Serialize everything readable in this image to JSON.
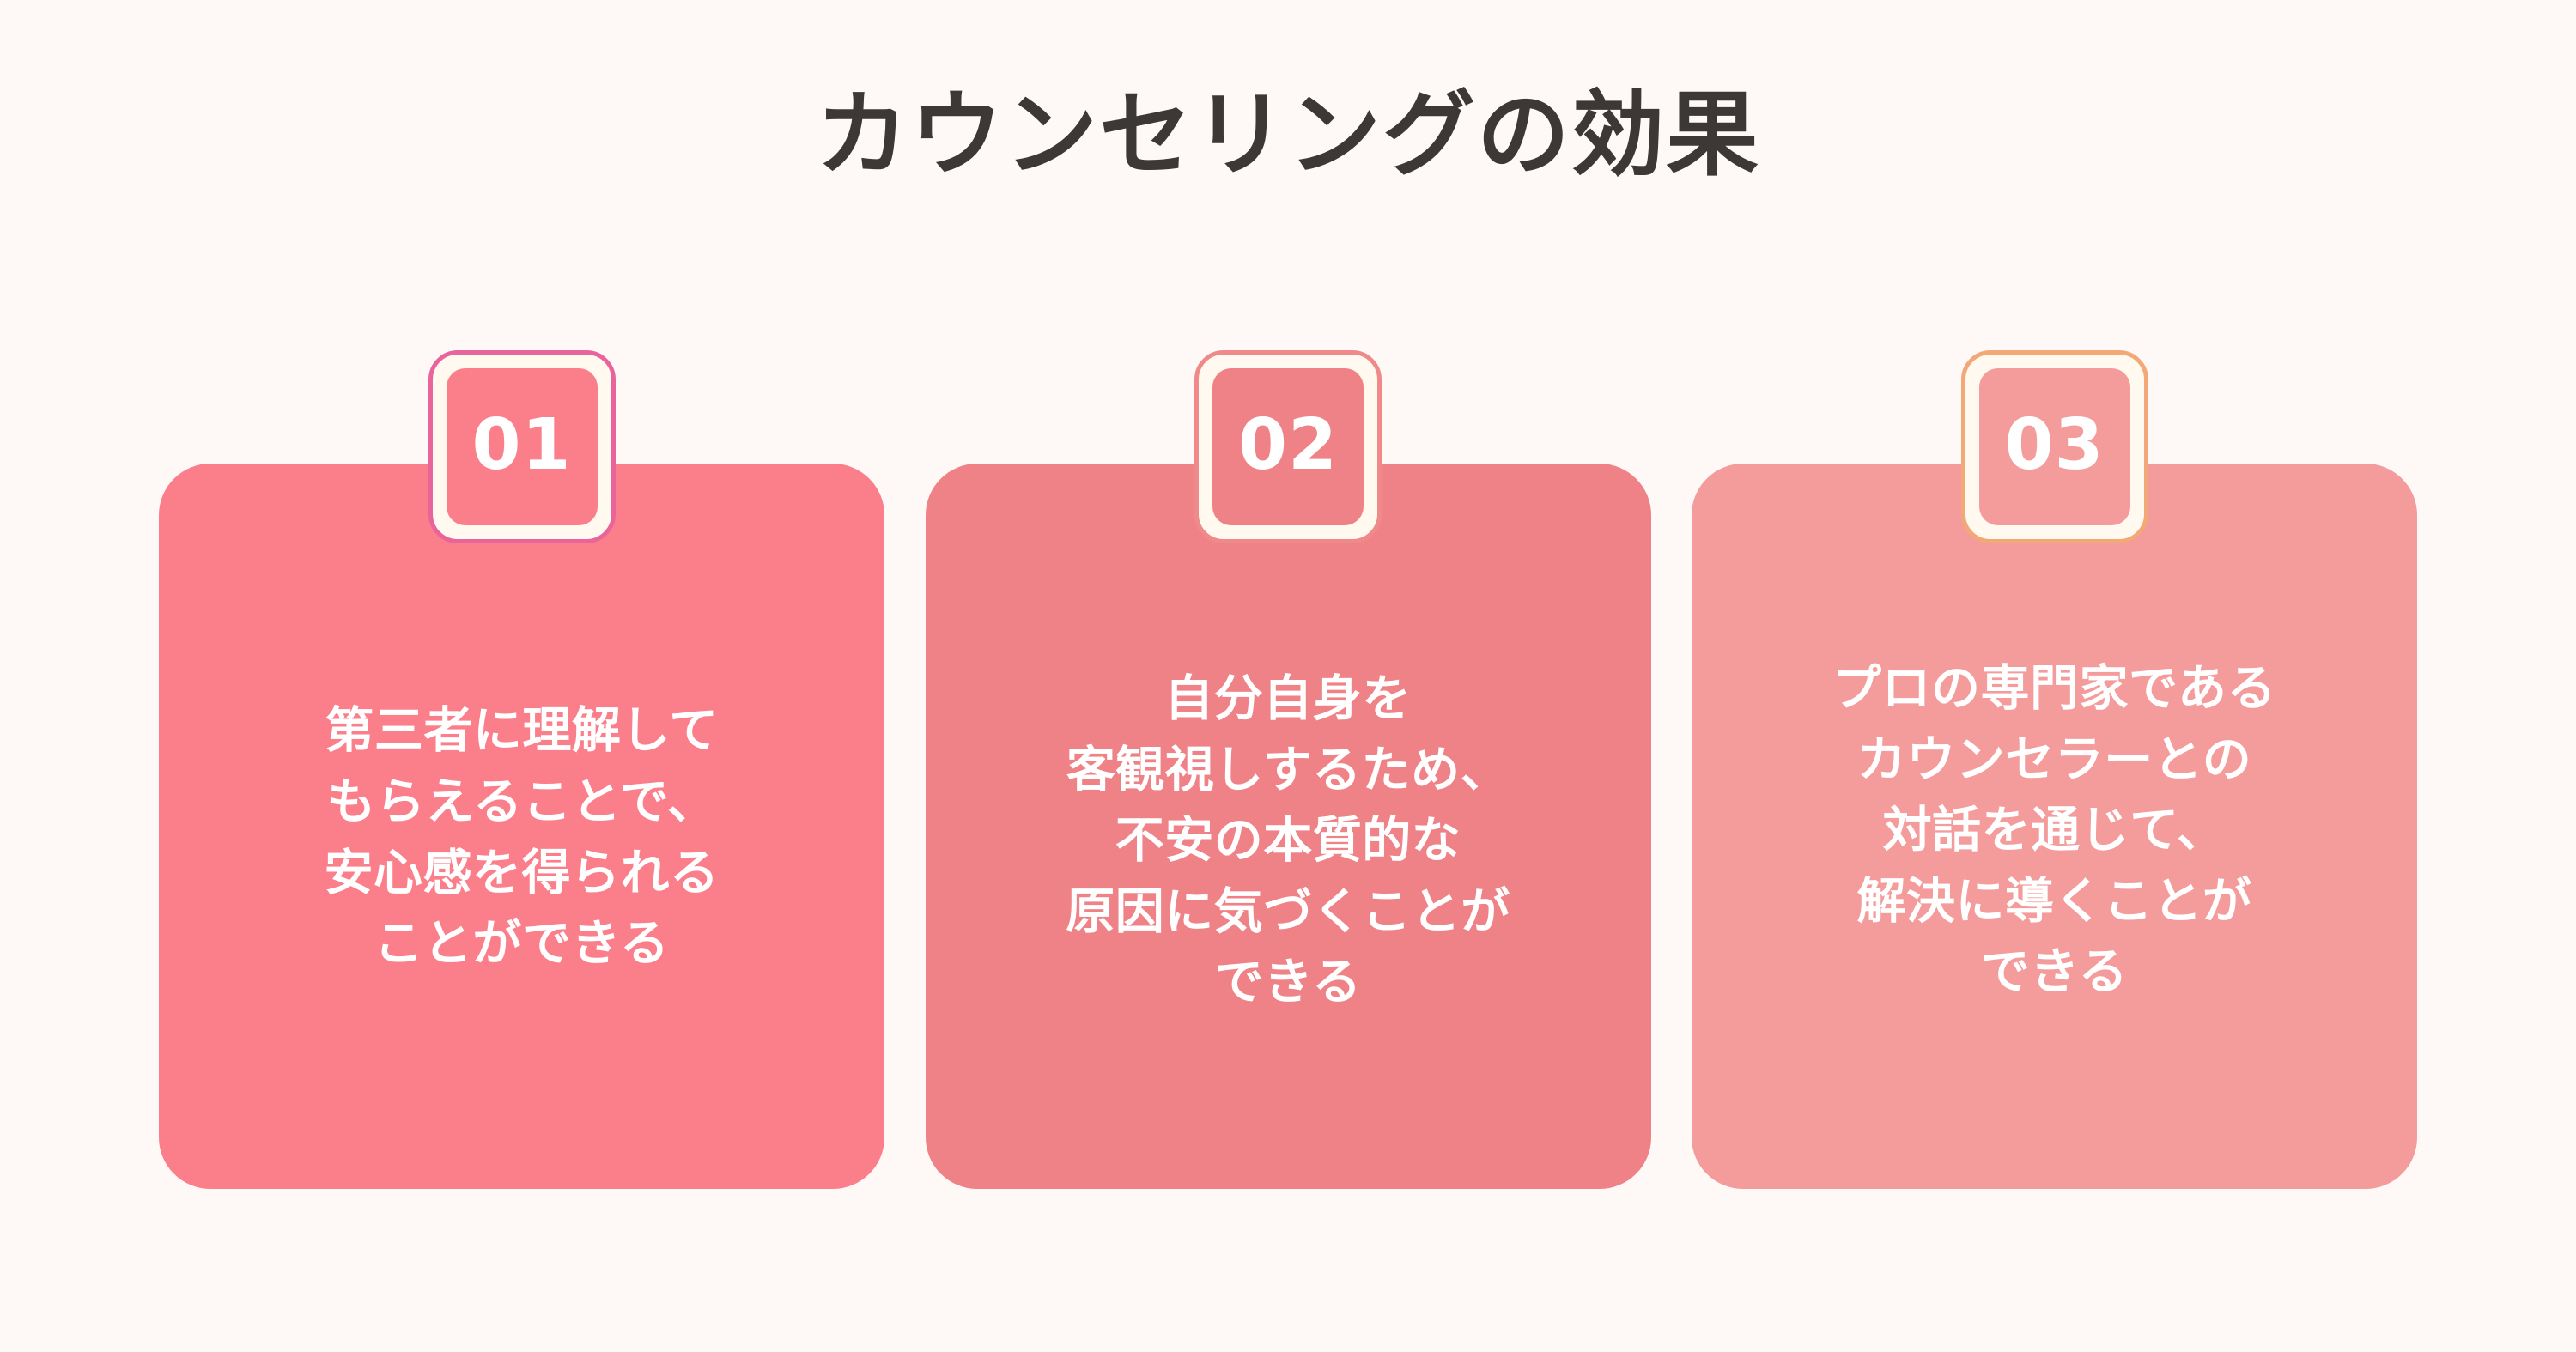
{
  "title": "カウンセリングの効果",
  "background_color": "#FEF9F6",
  "title_color": "#3C3836",
  "cards": [
    {
      "number": "01",
      "body": "第三者に理解して\nもらえることで、\n安心感を得られる\nことができる",
      "card_color": "#FB7F8A",
      "badge_border_color": "#E8649A",
      "badge_fill_color": "#FFF9F0"
    },
    {
      "number": "02",
      "body": "自分自身を\n客観視しするため、\n不安の本質的な\n原因に気づくことが\nできる",
      "card_color": "#EF8287",
      "badge_border_color": "#F08A8A",
      "badge_fill_color": "#FFF9F0"
    },
    {
      "number": "03",
      "body": "プロの専門家である\nカウンセラーとの\n対話を通じて、\n解決に導くことが\nできる",
      "card_color": "#F49B9B",
      "badge_border_color": "#F3A878",
      "badge_fill_color": "#FFF9F0"
    }
  ]
}
